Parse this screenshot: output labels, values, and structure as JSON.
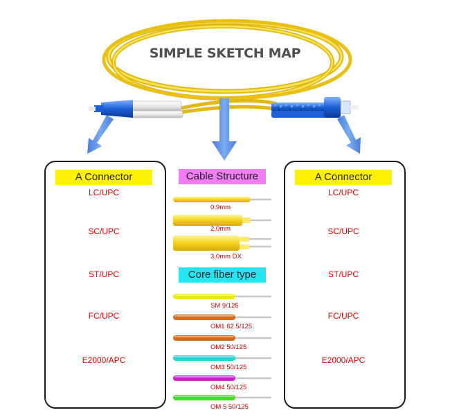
{
  "title": "SIMPLE SKETCH MAP",
  "left_panel": {
    "header": "A Connector",
    "items": [
      "LC/UPC",
      "SC/UPC",
      "ST/UPC",
      "FC/UPC",
      "E2000/APC"
    ]
  },
  "right_panel": {
    "header": "A Connector",
    "items": [
      "LC/UPC",
      "SC/UPC",
      "ST/UPC",
      "FC/UPC",
      "E2000/APC"
    ]
  },
  "cable_structure": {
    "header": "Cable Structure",
    "items": [
      "0.9mm",
      "2.0mm",
      "3.0mm DX"
    ]
  },
  "core_fiber": {
    "header": "Core fiber type",
    "items": [
      {
        "label": "SM 9/125",
        "color": "#e8e81a"
      },
      {
        "label": "OM1 62.5/125",
        "color": "#d86a1c"
      },
      {
        "label": "OM2 50/125",
        "color": "#d86a1c"
      },
      {
        "label": "OM3 50/125",
        "color": "#1fd6d6"
      },
      {
        "label": "OM4 50/125",
        "color": "#cc22cc"
      },
      {
        "label": "OM 5 50/125",
        "color": "#44dd22"
      }
    ]
  },
  "colors": {
    "cable_yellow": "#f5d21c",
    "arrow_blue": "#5b8fe3",
    "connector_blue": "#1c5fd6",
    "connector_green": "#3cb83c"
  }
}
